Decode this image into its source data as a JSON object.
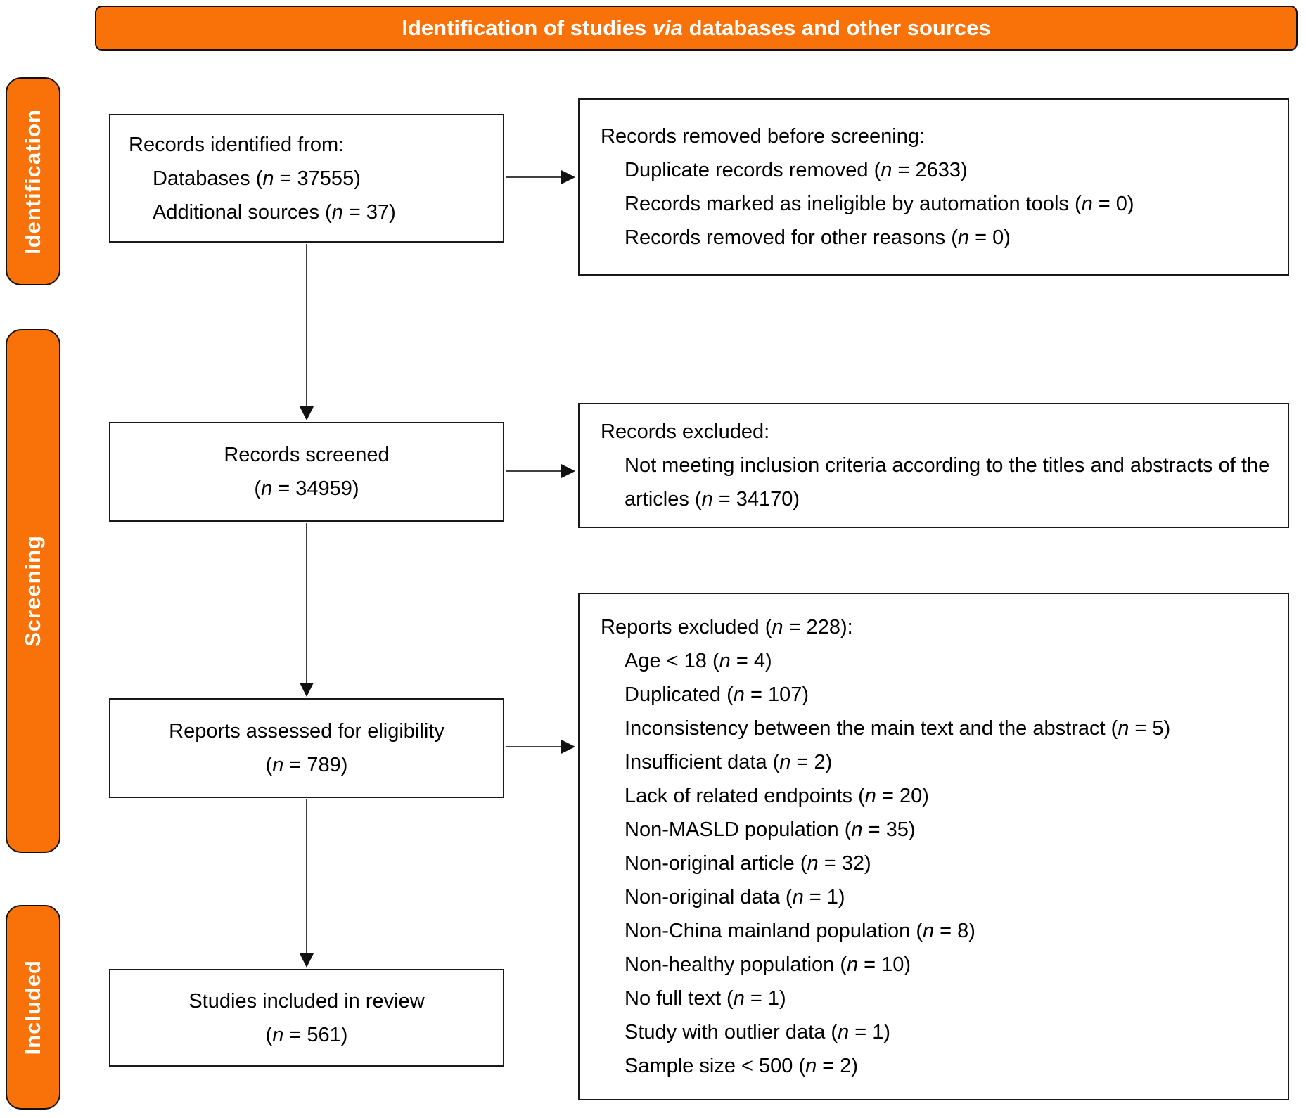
{
  "banner": {
    "title": "Identification of studies *via* databases and other sources"
  },
  "colors": {
    "orange": "#F87209"
  },
  "stage_labels": {
    "identification": "Identification",
    "screening": "Screening",
    "included": "Included"
  },
  "boxes": {
    "records_identified": {
      "header": "Records identified from:",
      "items": [
        "Databases (*n* = 37555)",
        "Additional sources (*n* = 37)"
      ]
    },
    "records_screened": {
      "line1": "Records screened",
      "line2": "(*n* = 34959)"
    },
    "reports_assessed": {
      "line1": "Reports assessed for eligibility",
      "line2": "(*n* = 789)"
    },
    "studies_included": {
      "line1": "Studies included in review",
      "line2": "(*n* = 561)"
    },
    "records_removed": {
      "header": "Records removed before screening:",
      "items": [
        "Duplicate records removed (*n* = 2633)",
        "Records marked as ineligible by automation tools (*n* = 0)",
        "Records removed for other reasons (*n* = 0)"
      ]
    },
    "records_excluded": {
      "header": "Records excluded:",
      "items": [
        "Not meeting inclusion criteria according to the titles and abstracts of the articles (*n* = 34170)"
      ]
    },
    "reports_excluded": {
      "header": "Reports excluded (*n* = 228):",
      "items": [
        "Age < 18 (*n* = 4)",
        "Duplicated (*n* = 107)",
        "Inconsistency between the main text and the abstract (*n* = 5)",
        "Insufficient data (*n* = 2)",
        "Lack of related endpoints (*n* = 20)",
        "Non-MASLD population (*n* = 35)",
        "Non-original article (*n* = 32)",
        "Non-original data (*n* = 1)",
        "Non-China mainland population (*n* = 8)",
        "Non-healthy population (*n* = 10)",
        "No full text (*n* = 1)",
        "Study with outlier data (*n* = 1)",
        "Sample size < 500 (*n* = 2)"
      ]
    }
  }
}
